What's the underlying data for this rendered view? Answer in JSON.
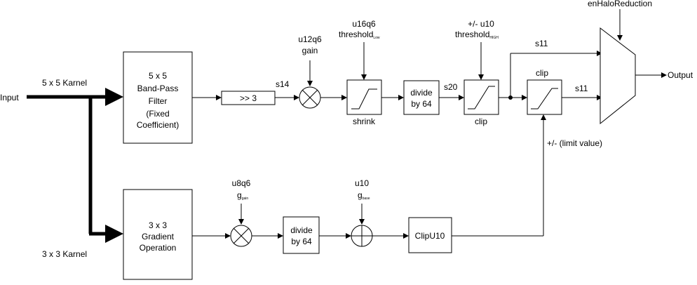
{
  "inputs": {
    "input": "Input",
    "karnel5": "5 x 5 Karnel",
    "karnel3": "3 x 3 Karnel"
  },
  "blocks": {
    "bandpass": [
      "5 x 5",
      "Band-Pass",
      "Filter",
      "(Fixed",
      "Coefficient)"
    ],
    "gradient": [
      "3 x 3",
      "Gradient",
      "Operation"
    ],
    "shift": ">> 3",
    "divide_top": [
      "divide",
      "by 64"
    ],
    "divide_bottom": [
      "divide",
      "by 64"
    ],
    "clipu10": "ClipU10"
  },
  "labels": {
    "s14": "s14",
    "gain": [
      "u12q6",
      "gain"
    ],
    "shrink_param": [
      "u16q6",
      "threshold",
      "Low"
    ],
    "shrink": "shrink",
    "s20": "s20",
    "clip_param": [
      "+/- u10",
      "threshold",
      "HIGH"
    ],
    "clip1": "clip",
    "s11_top": "s11",
    "clip2": "clip",
    "s11_mid": "s11",
    "limit": "+/- (limit value)",
    "enHalo": "enHaloReduction",
    "output": "Output",
    "ggain": [
      "u8q6",
      "g",
      "gain"
    ],
    "gbase": [
      "u10",
      "g",
      "base"
    ]
  }
}
